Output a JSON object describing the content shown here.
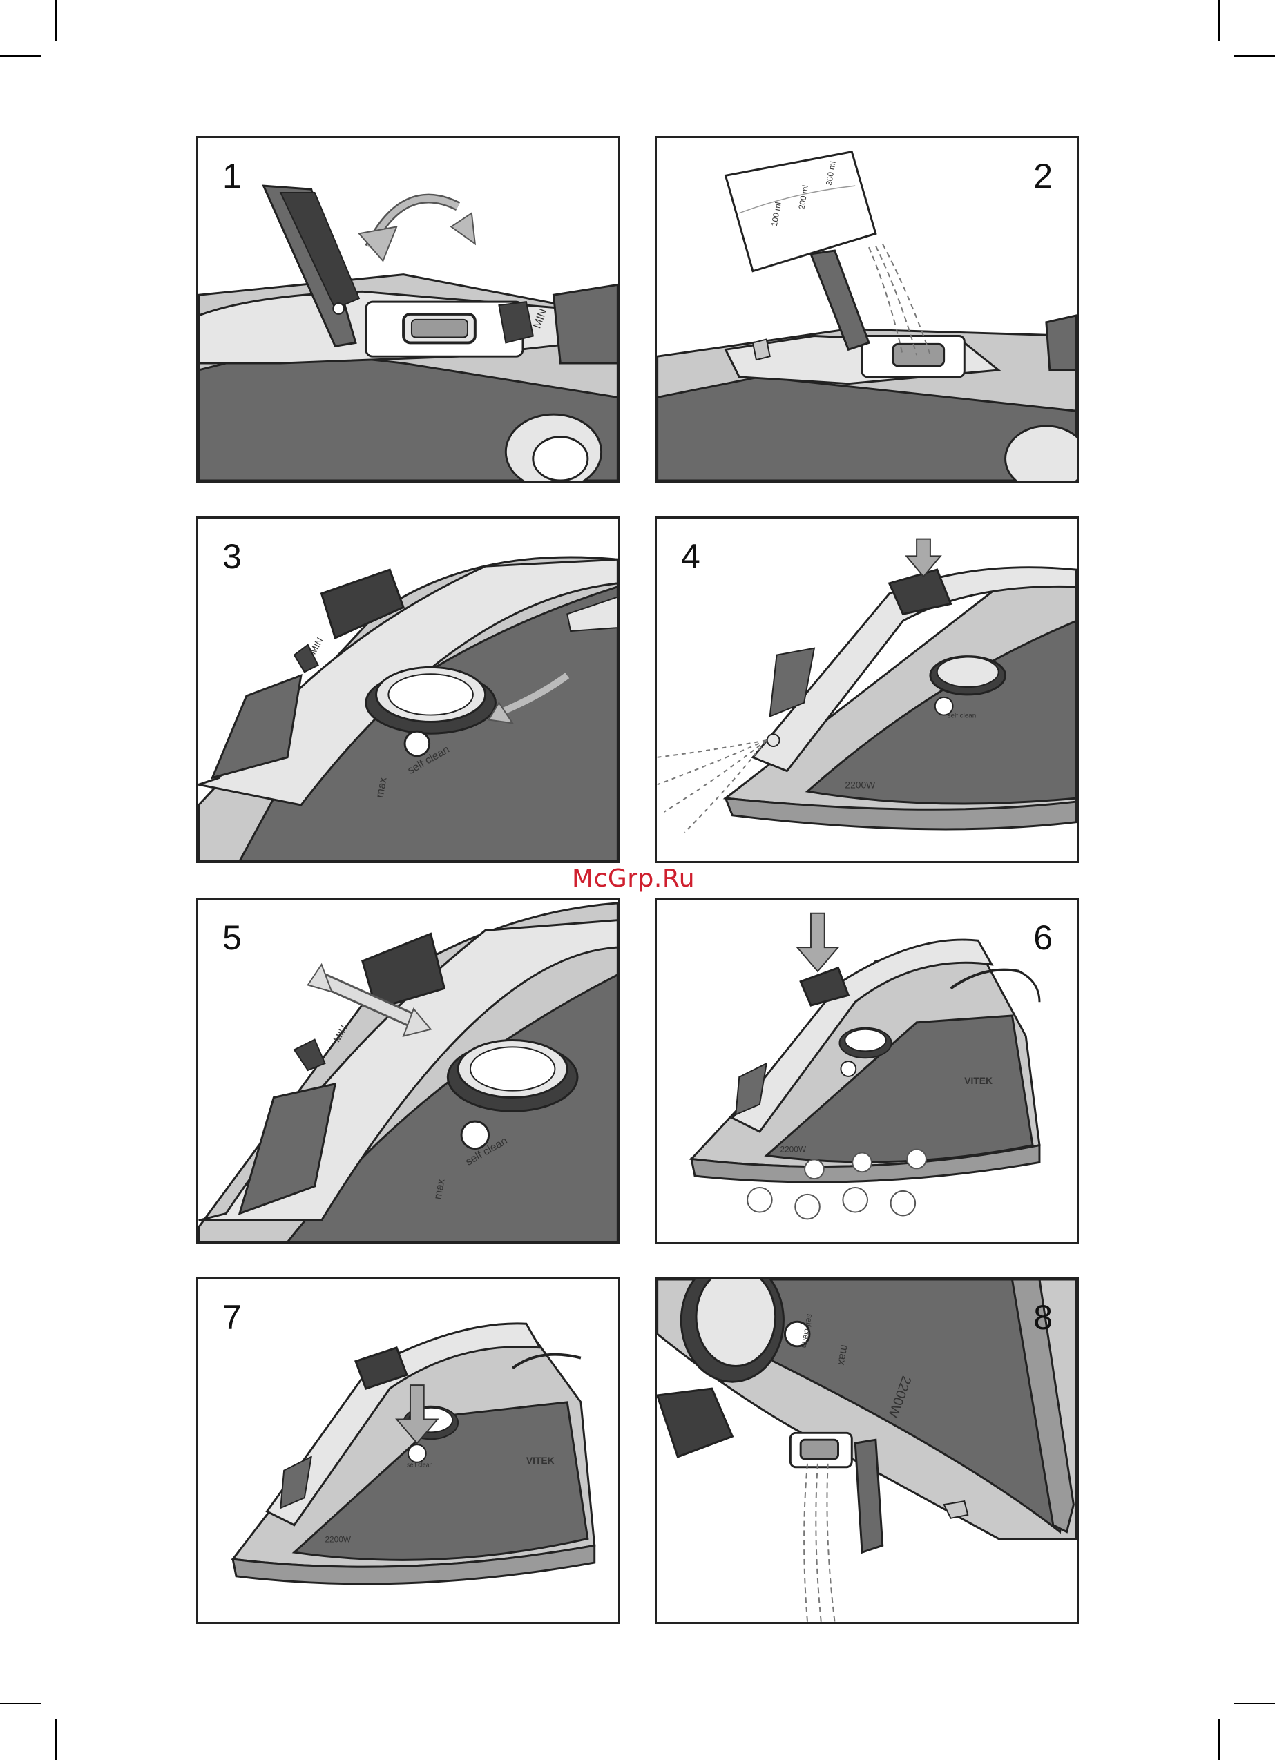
{
  "watermark": "McGrp.Ru",
  "panels": [
    {
      "number": "1",
      "side": "left"
    },
    {
      "number": "2",
      "side": "right"
    },
    {
      "number": "3",
      "side": "left"
    },
    {
      "number": "4",
      "side": "right"
    },
    {
      "number": "5",
      "side": "left"
    },
    {
      "number": "6",
      "side": "right"
    },
    {
      "number": "7",
      "side": "left"
    },
    {
      "number": "8",
      "side": "right"
    }
  ],
  "labels": {
    "min": "MIN",
    "max": "max",
    "self_clean": "self clean",
    "power": "2200W",
    "brand": "VITEK",
    "cup_mark_1": "300 ml",
    "cup_mark_2": "200 ml",
    "cup_mark_3": "100 ml"
  },
  "colors": {
    "body_dark": "#6a6a6a",
    "body_mid": "#9a9a9a",
    "body_light": "#c9c9c9",
    "body_pale": "#e6e6e6",
    "outline": "#222222",
    "watermark": "#cf1f2e"
  }
}
